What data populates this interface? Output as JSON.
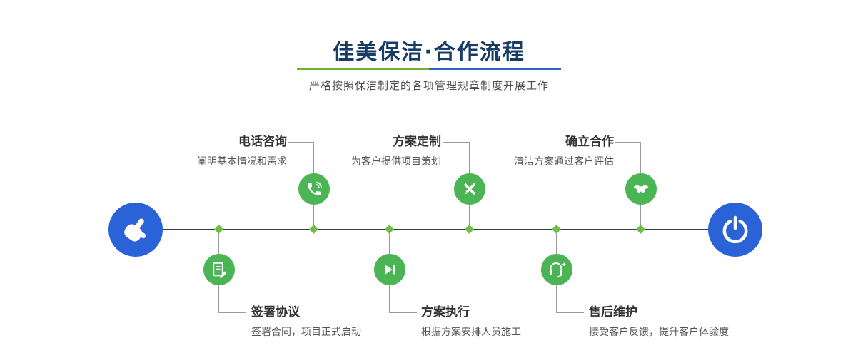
{
  "header": {
    "title": "佳美保洁·合作流程",
    "subtitle": "严格按照保洁制定的各项管理规章制度开展工作",
    "title_color": "#173d66",
    "divider_colors": {
      "left": "#76b22b",
      "right": "#2f63c8"
    }
  },
  "timeline": {
    "line_color": "#3c3c3c",
    "node_green_color": "#4bb455",
    "node_blue_color": "#2a63d8",
    "diamond_color": "#6dbe45",
    "start_icon": "hand-pointing-icon",
    "end_icon": "power-icon",
    "top_steps": [
      {
        "title": "电话咨询",
        "desc": "阐明基本情况和需求",
        "icon": "phone-icon"
      },
      {
        "title": "方案定制",
        "desc": "为客户提供项目策划",
        "icon": "design-tools-icon"
      },
      {
        "title": "确立合作",
        "desc": "清洁方案通过客户评估",
        "icon": "handshake-icon"
      }
    ],
    "bottom_steps": [
      {
        "title": "签署协议",
        "desc": "签署合同，项目正式启动",
        "icon": "document-sign-icon"
      },
      {
        "title": "方案执行",
        "desc": "根据方案安排人员施工",
        "icon": "play-next-icon"
      },
      {
        "title": "售后维护",
        "desc": "接受客户反馈，提升客户体验度",
        "icon": "headset-icon"
      }
    ]
  }
}
